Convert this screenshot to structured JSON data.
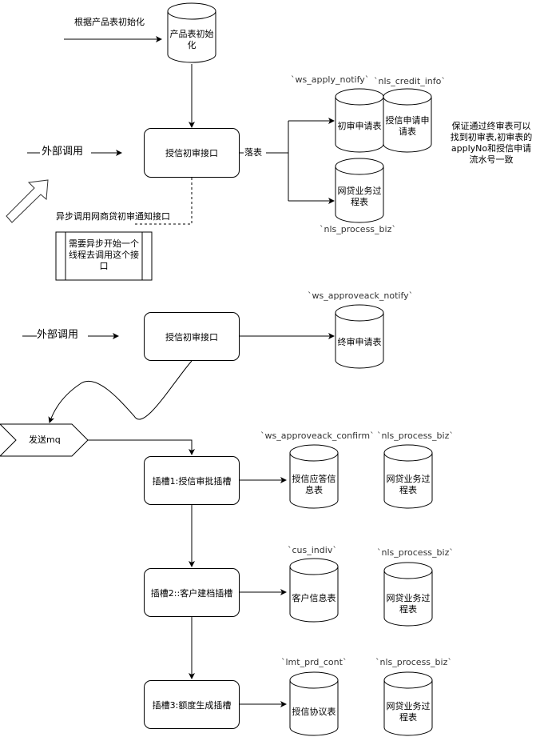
{
  "section1": {
    "init_label": "根据产品表初始化",
    "init_table": "产品表初始化",
    "external_call": "外部调用",
    "interface_box": "授信初审接口",
    "persist_label": "落表",
    "async_label": "异步调用网商贷初审通知接口",
    "async_process": "需要异步开始一个线程去调用这个接口",
    "tables": [
      {
        "name": "`ws_apply_notify`",
        "label": "初审申请表"
      },
      {
        "name": "`nls_credit_info`",
        "label": "授信申请申请表"
      },
      {
        "name": "`nls_process_biz`",
        "label": "网贷业务过程表"
      }
    ],
    "note": "保证通过终审表可以找到初审表,初审表的applyNo和授信申请流水号一致"
  },
  "section2": {
    "external_call": "外部调用",
    "interface_box": "授信初审接口",
    "table": {
      "name": "`ws_approveack_notify`",
      "label": "终审申请表"
    },
    "mq_label": "发送mq"
  },
  "slots": [
    {
      "label": "插槽1:授信审批插槽",
      "table": {
        "name": "`ws_approveack_confirm`",
        "label": "授信应答信息表"
      },
      "process_table": {
        "name": "`nls_process_biz`",
        "label": "网贷业务过程表"
      }
    },
    {
      "label": "插槽2::客户建档插槽",
      "table": {
        "name": "`cus_indiv`",
        "label": "客户信息表"
      },
      "process_table": {
        "name": "`nls_process_biz`",
        "label": "网贷业务过程表"
      }
    },
    {
      "label": "插槽3:额度生成插槽",
      "table": {
        "name": "`lmt_prd_cont`",
        "label": "授信协议表"
      },
      "process_table": {
        "name": "`nls_process_biz`",
        "label": "网贷业务过程表"
      }
    }
  ]
}
